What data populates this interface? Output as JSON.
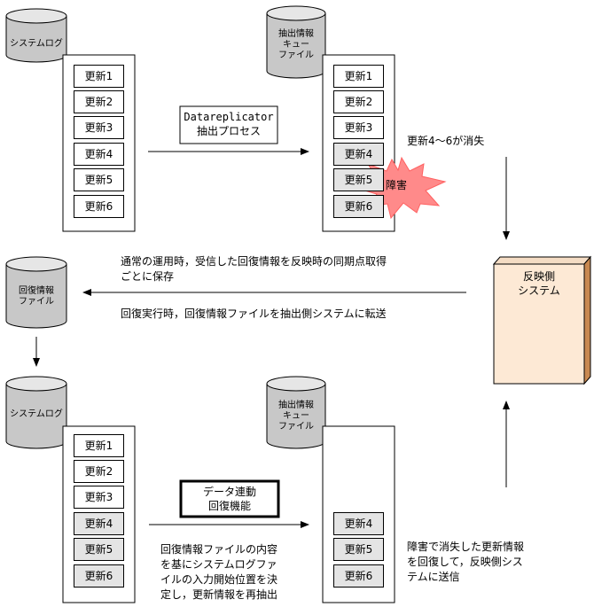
{
  "cylinders": {
    "syslog_top": "システムログ",
    "queue_top": [
      "抽出情報",
      "キュー",
      "ファイル"
    ],
    "recovery": [
      "回復情報",
      "ファイル"
    ],
    "syslog_bottom": "システムログ",
    "queue_bottom": [
      "抽出情報",
      "キュー",
      "ファイル"
    ]
  },
  "updates": [
    "更新1",
    "更新2",
    "更新3",
    "更新4",
    "更新5",
    "更新6"
  ],
  "process_top": [
    "Datareplicator",
    "抽出プロセス"
  ],
  "process_bottom": [
    "データ連動",
    "回復機能"
  ],
  "lost_label": "更新4～6が消失",
  "failure_label": "障害",
  "reflect_system": [
    "反映側",
    "システム"
  ],
  "normal_text": [
    "通常の運用時，受信した回復情報を反映時の同期点取得",
    "ごとに保存"
  ],
  "recovery_text": "回復実行時，回復情報ファイルを抽出側システムに転送",
  "reextract_text": [
    "回復情報ファイルの内容",
    "を基にシステムログファ",
    "イルの入力開始位置を決",
    "定し，更新情報を再抽出"
  ],
  "resend_text": [
    "障害で消失した更新情報",
    "を回復して，反映側シス",
    "テムに送信"
  ]
}
